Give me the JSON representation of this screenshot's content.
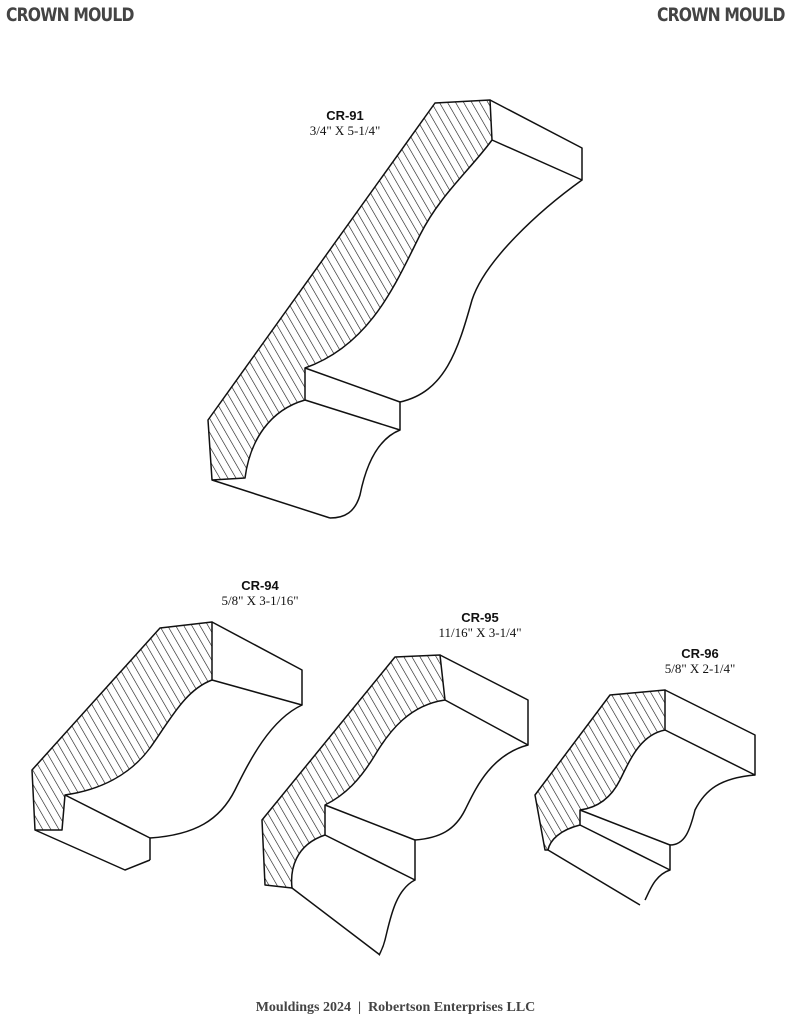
{
  "header": {
    "left_title": "CROWN MOULD",
    "right_title": "CROWN MOULD"
  },
  "profiles": [
    {
      "code": "CR-91",
      "size": "3/4\" X 5-1/4\""
    },
    {
      "code": "CR-94",
      "size": "5/8\" X 3-1/16\""
    },
    {
      "code": "CR-95",
      "size": "11/16\" X 3-1/4\""
    },
    {
      "code": "CR-96",
      "size": "5/8\" X 2-1/4\""
    }
  ],
  "footer": {
    "text": "Mouldings 2024  |  Robertson Enterprises LLC"
  }
}
